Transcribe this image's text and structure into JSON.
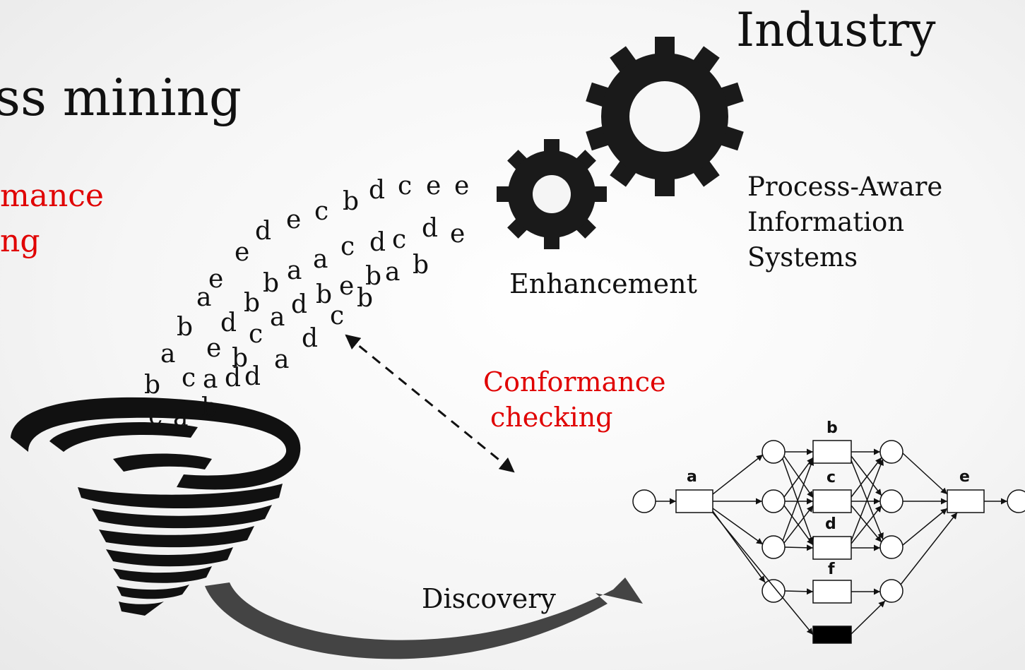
{
  "titles": {
    "industry": "Industry",
    "process_mining": "ss mining"
  },
  "left_red": {
    "line1": "mance",
    "line2": "ng"
  },
  "paise": {
    "line1": "Process-Aware",
    "line2": "Information",
    "line3": "Systems"
  },
  "labels": {
    "enhancement": "Enhancement",
    "conformance_line1": "Conformance",
    "conformance_line2": "checking",
    "discovery": "Discovery"
  },
  "event_stream_letters": [
    "c",
    "a",
    "b",
    "b",
    "c",
    "a",
    "d",
    "d",
    "a",
    "e",
    "b",
    "a",
    "d",
    "b",
    "c",
    "a",
    "d",
    "b",
    "a",
    "e",
    "b",
    "a",
    "d",
    "b",
    "e",
    "c",
    "b",
    "a",
    "c",
    "d",
    "c",
    "e",
    "b",
    "a",
    "b",
    "d",
    "e",
    "d",
    "e",
    "c",
    "b",
    "d",
    "c",
    "e",
    "e",
    "d",
    "e"
  ],
  "petri_net": {
    "transitions": {
      "a": "a",
      "b": "b",
      "c": "c",
      "d": "d",
      "f": "f",
      "e": "e"
    }
  },
  "colors": {
    "red": "#e00000",
    "ink": "#111111",
    "arrow": "#444444"
  },
  "icons": [
    "tornado-icon",
    "gear-large-icon",
    "gear-small-icon"
  ]
}
